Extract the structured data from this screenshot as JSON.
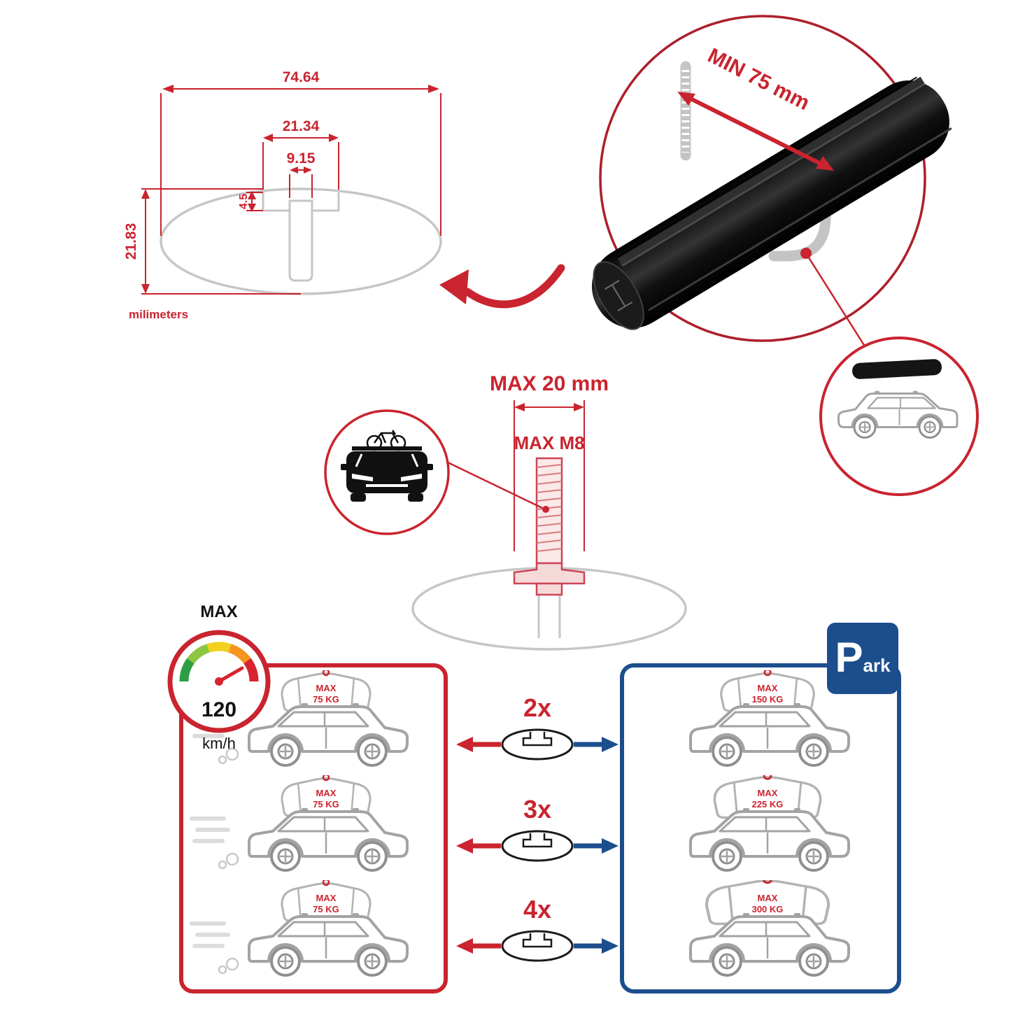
{
  "colors": {
    "accent_red": "#c9242f",
    "accent_blue": "#1c4e8e",
    "outline_gray": "#c6c6c6",
    "bar_black": "#161616"
  },
  "dimension_diagram": {
    "total_width": "74.64",
    "slot_outer_width": "21.34",
    "slot_inner_width": "9.15",
    "slot_depth": "4.5",
    "total_height": "21.83",
    "units": "milimeters"
  },
  "bar_closeup": {
    "min_clamp_label": "MIN 75 mm"
  },
  "bolt_diagram": {
    "max_length": "MAX 20 mm",
    "max_thread": "MAX M8"
  },
  "speed_limit": {
    "label": "MAX",
    "value": "120",
    "unit": "km/h"
  },
  "load_comparison": {
    "single_bar_cars": [
      {
        "label": "MAX",
        "weight": "75 KG"
      },
      {
        "label": "MAX",
        "weight": "75 KG"
      },
      {
        "label": "MAX",
        "weight": "75 KG"
      }
    ],
    "multipliers": [
      "2x",
      "3x",
      "4x"
    ],
    "multi_bar_cars": [
      {
        "label": "MAX",
        "weight": "150 KG"
      },
      {
        "label": "MAX",
        "weight": "225 KG"
      },
      {
        "label": "MAX",
        "weight": "300 KG"
      }
    ],
    "park_sign": {
      "letter": "P",
      "rest": "ark"
    }
  }
}
